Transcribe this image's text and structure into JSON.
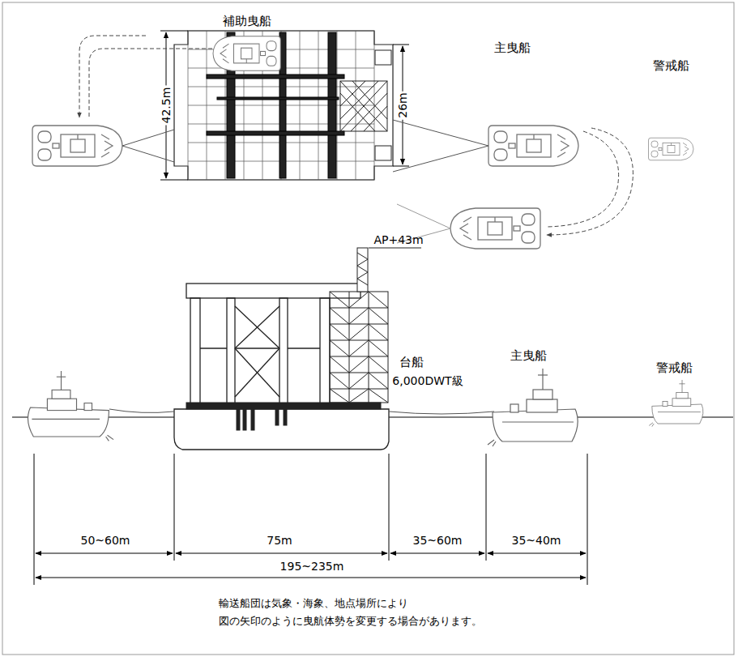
{
  "diagram": {
    "labels": [
      "補助曳船",
      "42.5m",
      "26m",
      "主曳船",
      "警戒船",
      "AP+43m",
      "台船",
      "6,000DWT級",
      "主曳船",
      "警戒船",
      "50~60m",
      "75m",
      "35~60m",
      "35~40m",
      "195~235m",
      "輸送船団は気象・海象、地点場所により",
      "図の矢印のように曳航体勢を変更する場合があります。"
    ]
  }
}
